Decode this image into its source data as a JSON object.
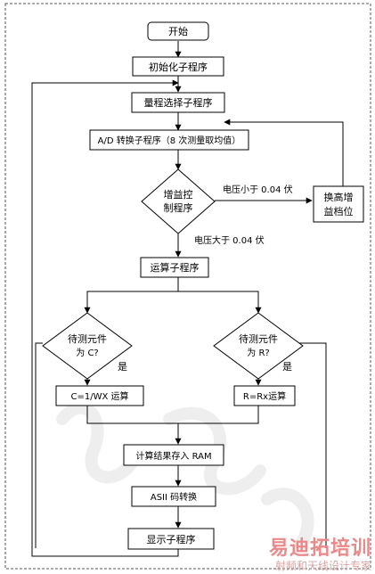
{
  "nodes": {
    "start": "开始",
    "init": "初始化子程序",
    "range": "量程选择子程序",
    "adc": "A/D 转换子程序（8 次测量取均值）",
    "gain_l1": "增益控",
    "gain_l2": "制程序",
    "switch_l1": "换高增",
    "switch_l2": "益档位",
    "compute": "运算子程序",
    "cap_l1": "待测元件",
    "cap_l2": "为 C?",
    "res_l1": "待测元件",
    "res_l2": "为 R?",
    "calc_c": "C=1/WX 运算",
    "calc_r": "R=Rx运算",
    "store": "计算结果存入 RAM",
    "ascii": "ASII 码转换",
    "display": "显示子程序"
  },
  "edges": {
    "low_voltage": "电压小于 0.04 伏",
    "high_voltage": "电压大于 0.04 伏",
    "yes_left": "是",
    "yes_right": "是"
  },
  "watermark": {
    "title": "易迪拓培训",
    "subtitle": "射频和天线设计专家"
  }
}
